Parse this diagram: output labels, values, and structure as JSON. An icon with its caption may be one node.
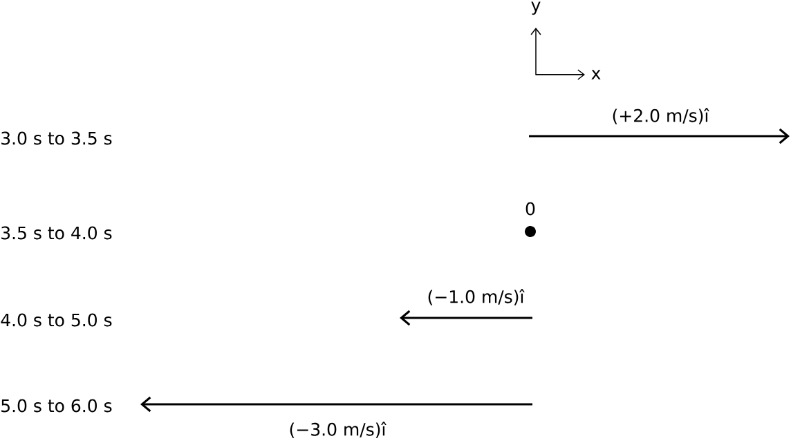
{
  "diagram": {
    "labels": [
      "y",
      "x",
      "(+2.0 m/s)î",
      "3.0 s to 3.5 s",
      "0",
      "3.5 s to 4.0 s",
      "(−1.0 m/s)î",
      "4.0 s to 5.0 s",
      "5.0 s to 6.0 s",
      "(−3.0 m/s)î"
    ]
  }
}
